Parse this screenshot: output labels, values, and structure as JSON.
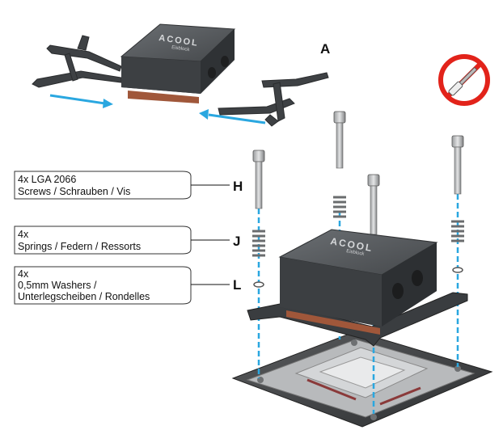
{
  "step_letter": "A",
  "brand_text": "ACOOL",
  "brand_sub": "Eisblock",
  "parts": [
    {
      "letter": "H",
      "line1": "4x LGA 2066",
      "line2": "Screws / Schrauben / Vis",
      "line3": ""
    },
    {
      "letter": "J",
      "line1": "4x",
      "line2": "Springs / Federn / Ressorts",
      "line3": ""
    },
    {
      "letter": "L",
      "line1": "4x",
      "line2": "0,5mm Washers /",
      "line3": "Unterlegscheiben / Rondelles"
    }
  ],
  "colors": {
    "arrow_blue": "#2aa7e0",
    "block_dark": "#3a3d40",
    "copper": "#a0573a",
    "prohibit_red": "#e2231a"
  },
  "icons": [
    "prohibited-screwdriver-icon"
  ]
}
